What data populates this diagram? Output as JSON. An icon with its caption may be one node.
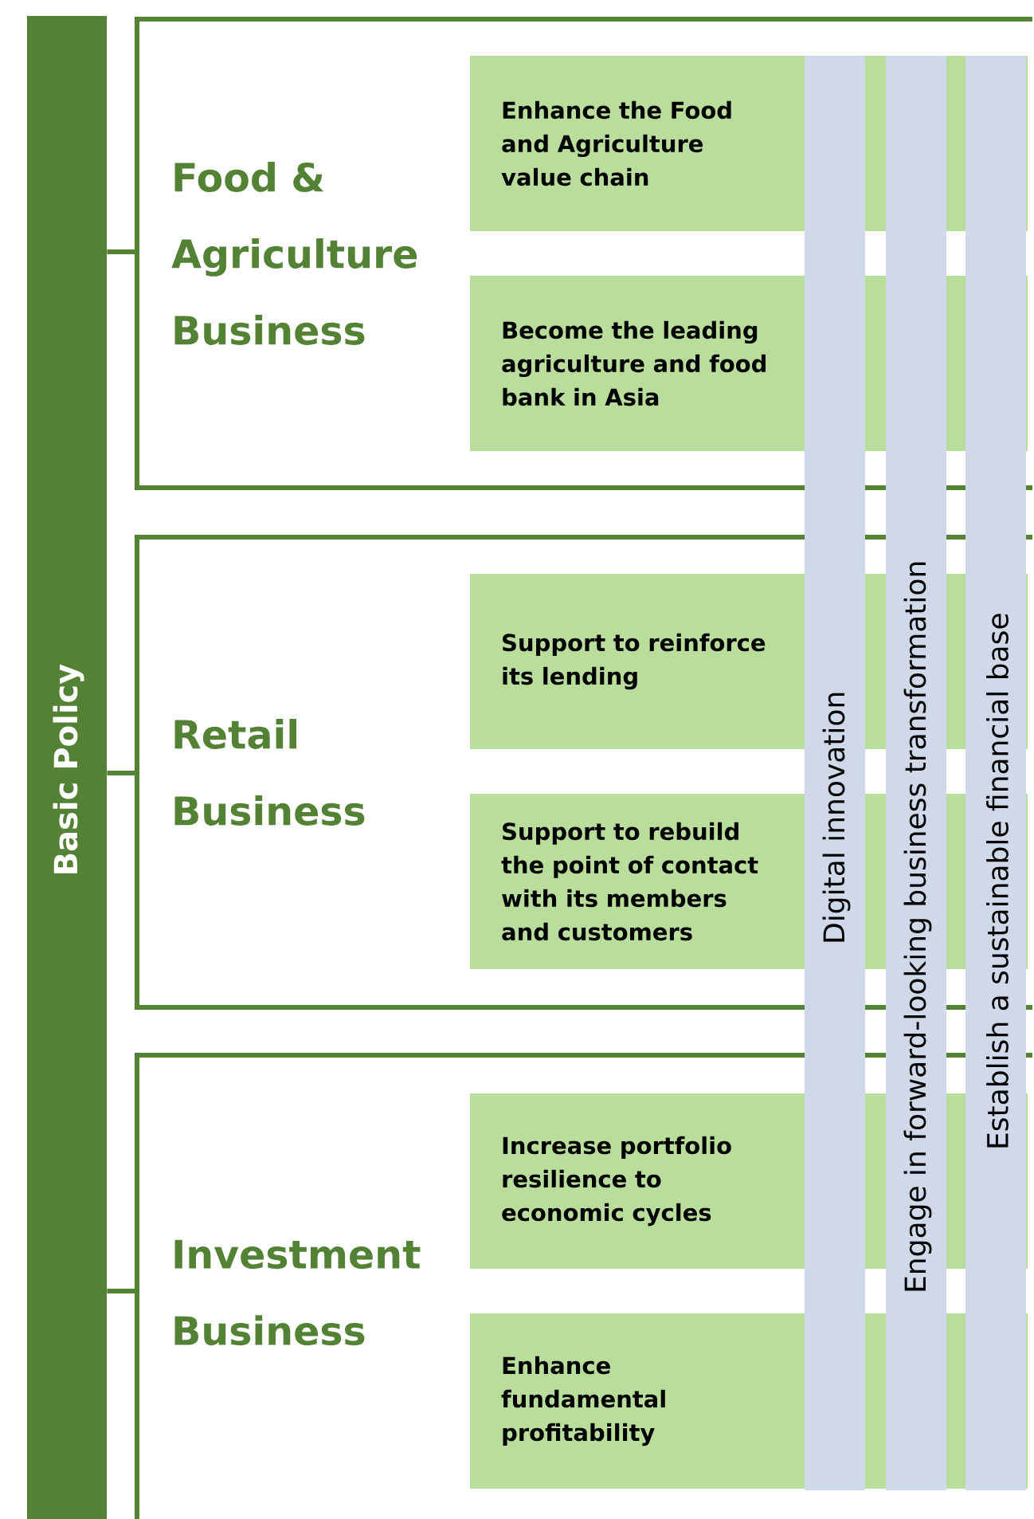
{
  "diagram": {
    "nodes": [
      {
        "text": [
          "Basic Policy"
        ]
      },
      {
        "text": [
          "Food & Agriculture Business"
        ]
      },
      {
        "text": [
          "Enhance the Food and Agriculture value chain"
        ],
        "in": 1
      },
      {
        "text": [
          "Become the leading agriculture and food bank in Asia"
        ],
        "in": 1
      },
      {
        "text": [
          "Retail Business"
        ]
      },
      {
        "text": [
          "Support to reinforce its lending"
        ],
        "in": 4
      },
      {
        "text": [
          "Support to rebuild the point of contact with its members and customers"
        ],
        "in": 4
      },
      {
        "text": [
          "Investment Business"
        ]
      },
      {
        "text": [
          "Increase portfolio resilience to economic cycles"
        ],
        "in": 7
      },
      {
        "text": [
          "Enhance fundamental profitability"
        ],
        "in": 7
      },
      {
        "text": [
          "Digital innovation"
        ]
      },
      {
        "text": [
          "Engage in forward-looking business transformation"
        ]
      },
      {
        "text": [
          "Establish a sustainable financial base"
        ]
      }
    ],
    "edges": [
      {
        "from": 0,
        "to": 1,
        "arrow": "none"
      },
      {
        "from": 0,
        "to": 4,
        "arrow": "none"
      },
      {
        "from": 0,
        "to": 7,
        "arrow": "none"
      }
    ]
  }
}
